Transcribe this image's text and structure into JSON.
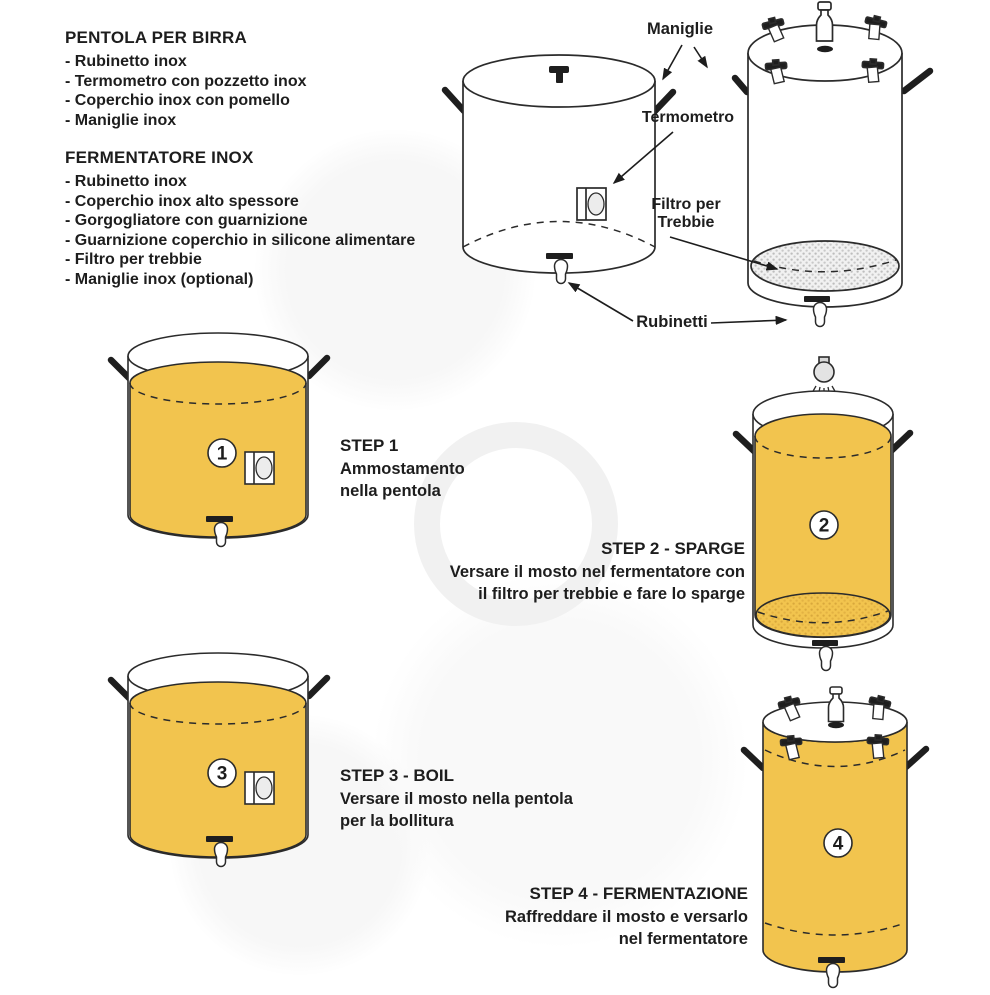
{
  "colors": {
    "wort_yellow": "#F2C44E",
    "filter_dot_yellow": "#D9A83C",
    "filter_dot_gray": "#BDBDBD",
    "outline": "#2B2B2B",
    "text": "#1D1D1D",
    "watermark": "#F1F1F1"
  },
  "info": {
    "sections": [
      {
        "title": "PENTOLA PER BIRRA",
        "items": [
          "- Rubinetto inox",
          "- Termometro con pozzetto inox",
          "- Coperchio inox con pomello",
          "- Maniglie inox"
        ]
      },
      {
        "title": "FERMENTATORE INOX",
        "items": [
          "- Rubinetto inox",
          "- Coperchio inox alto spessore",
          "- Gorgogliatore con guarnizione",
          "- Guarnizione coperchio in silicone alimentare",
          "- Filtro per trebbie",
          "- Maniglie inox (optional)"
        ]
      }
    ]
  },
  "diagram_labels": {
    "maniglie": "Maniglie",
    "termometro": "Termometro",
    "filtro_line1": "Filtro per",
    "filtro_line2": "Trebbie",
    "rubinetti": "Rubinetti"
  },
  "icons": {
    "pot": "pot-with-tap-and-thermometer",
    "fermenter": "fermenter-with-airlock-and-clamps",
    "sprinkler": "sparge-sprinkler",
    "tap": "tap-spigot",
    "handle": "side-handle",
    "airlock": "airlock",
    "clamp": "lid-clamp",
    "filter": "grain-filter-disk"
  },
  "steps": [
    {
      "number": "1",
      "title": "STEP 1",
      "lines": [
        "Ammostamento",
        "nella pentola"
      ]
    },
    {
      "number": "2",
      "title": "STEP 2 - SPARGE",
      "lines": [
        "Versare il mosto nel fermentatore con",
        "il filtro per trebbie e fare lo sparge"
      ]
    },
    {
      "number": "3",
      "title": "STEP 3 - BOIL",
      "lines": [
        "Versare il mosto nella pentola",
        "per la bollitura"
      ]
    },
    {
      "number": "4",
      "title": "STEP 4 - FERMENTAZIONE",
      "lines": [
        "Raffreddare il mosto e versarlo",
        "nel fermentatore"
      ]
    }
  ]
}
